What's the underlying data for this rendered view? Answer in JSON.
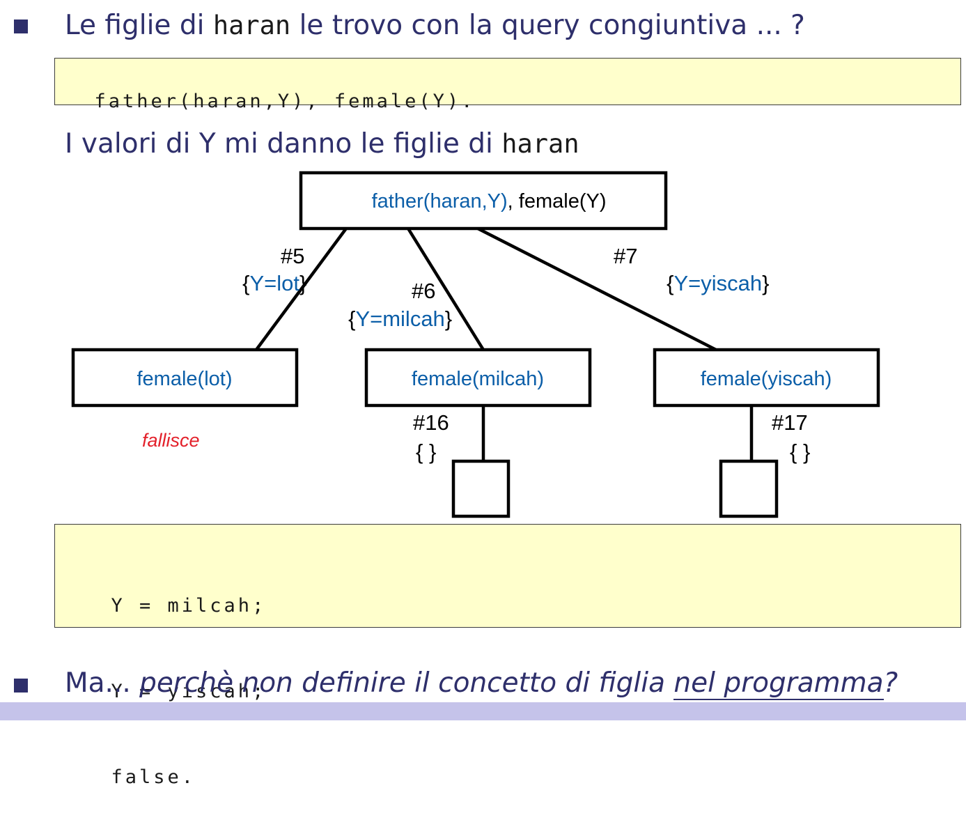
{
  "slide": {
    "q1_prefix": "Le figlie di ",
    "q1_code": "haran",
    "q1_suffix": " le trovo con la query congiuntiva ... ?",
    "query_code": "father(haran,Y), female(Y).",
    "explain_prefix": "I valori di Y mi danno le figlie di ",
    "explain_code": "haran",
    "answers": [
      "  Y = milcah;",
      "  Y = yiscah;",
      "  false."
    ],
    "q2_normal": "Ma... ",
    "q2_italic": "perchè non definire il concetto di figlia ",
    "q2_underlined": "nel programma",
    "q2_end": "?"
  },
  "tree": {
    "root": {
      "part1": "father(haran,Y)",
      "sep": ", ",
      "part2": "female(Y)"
    },
    "branches": [
      {
        "rule": "#5",
        "subst_open": "{",
        "subst": "Y=lot",
        "subst_close": "}",
        "child": "female(lot)",
        "result": "fallisce"
      },
      {
        "rule": "#6",
        "subst_open": "{",
        "subst": "Y=milcah",
        "subst_close": "}",
        "child": "female(milcah)",
        "leaf_rule": "#16",
        "leaf_subst": "{ }"
      },
      {
        "rule": "#7",
        "subst_open": "{",
        "subst": "Y=yiscah",
        "subst_close": "}",
        "child": "female(yiscah)",
        "leaf_rule": "#17",
        "leaf_subst": "{ }"
      }
    ]
  },
  "colors": {
    "title": "#2e2f6b",
    "goal_blue": "#0b5ea8",
    "fail_red": "#e3202a",
    "codebox_bg": "#ffffcc",
    "footer": "#c5c3ea"
  }
}
